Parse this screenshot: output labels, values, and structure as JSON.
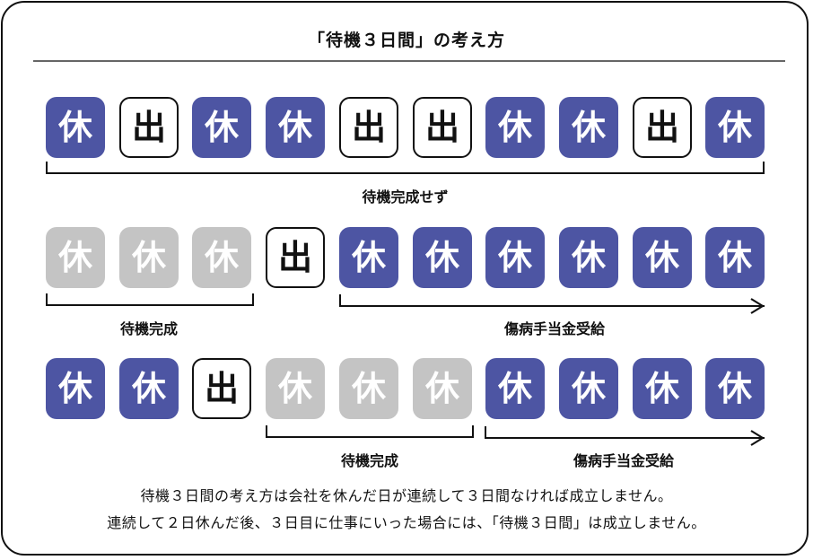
{
  "title": "「待機３日間」の考え方",
  "glyphs": {
    "rest": "休",
    "work": "出"
  },
  "rows": [
    {
      "tiles": [
        "rest",
        "work",
        "rest",
        "rest",
        "work",
        "work",
        "rest",
        "rest",
        "work",
        "rest"
      ]
    },
    {
      "tiles": [
        "wait",
        "wait",
        "wait",
        "work",
        "rest",
        "rest",
        "rest",
        "rest",
        "rest",
        "rest"
      ]
    },
    {
      "tiles": [
        "rest",
        "rest",
        "work",
        "wait",
        "wait",
        "wait",
        "rest",
        "rest",
        "rest",
        "rest"
      ]
    }
  ],
  "labels": {
    "row1_waiting_not_completed": "待機完成せず",
    "row2_waiting_completed": "待機完成",
    "row2_sickness_benefit": "傷病手当金受給",
    "row3_waiting_completed": "待機完成",
    "row3_sickness_benefit": "傷病手当金受給"
  },
  "notes": {
    "line1": "待機３日間の考え方は会社を休んだ日が連続して３日間なければ成立しません。",
    "line2": "連続して２日休んだ後、３日目に仕事にいった場合には、「待機３日間」は成立しません。"
  },
  "colors": {
    "rest": "#4d55a3",
    "waiting": "#c4c4c4",
    "work": "#ffffff"
  }
}
